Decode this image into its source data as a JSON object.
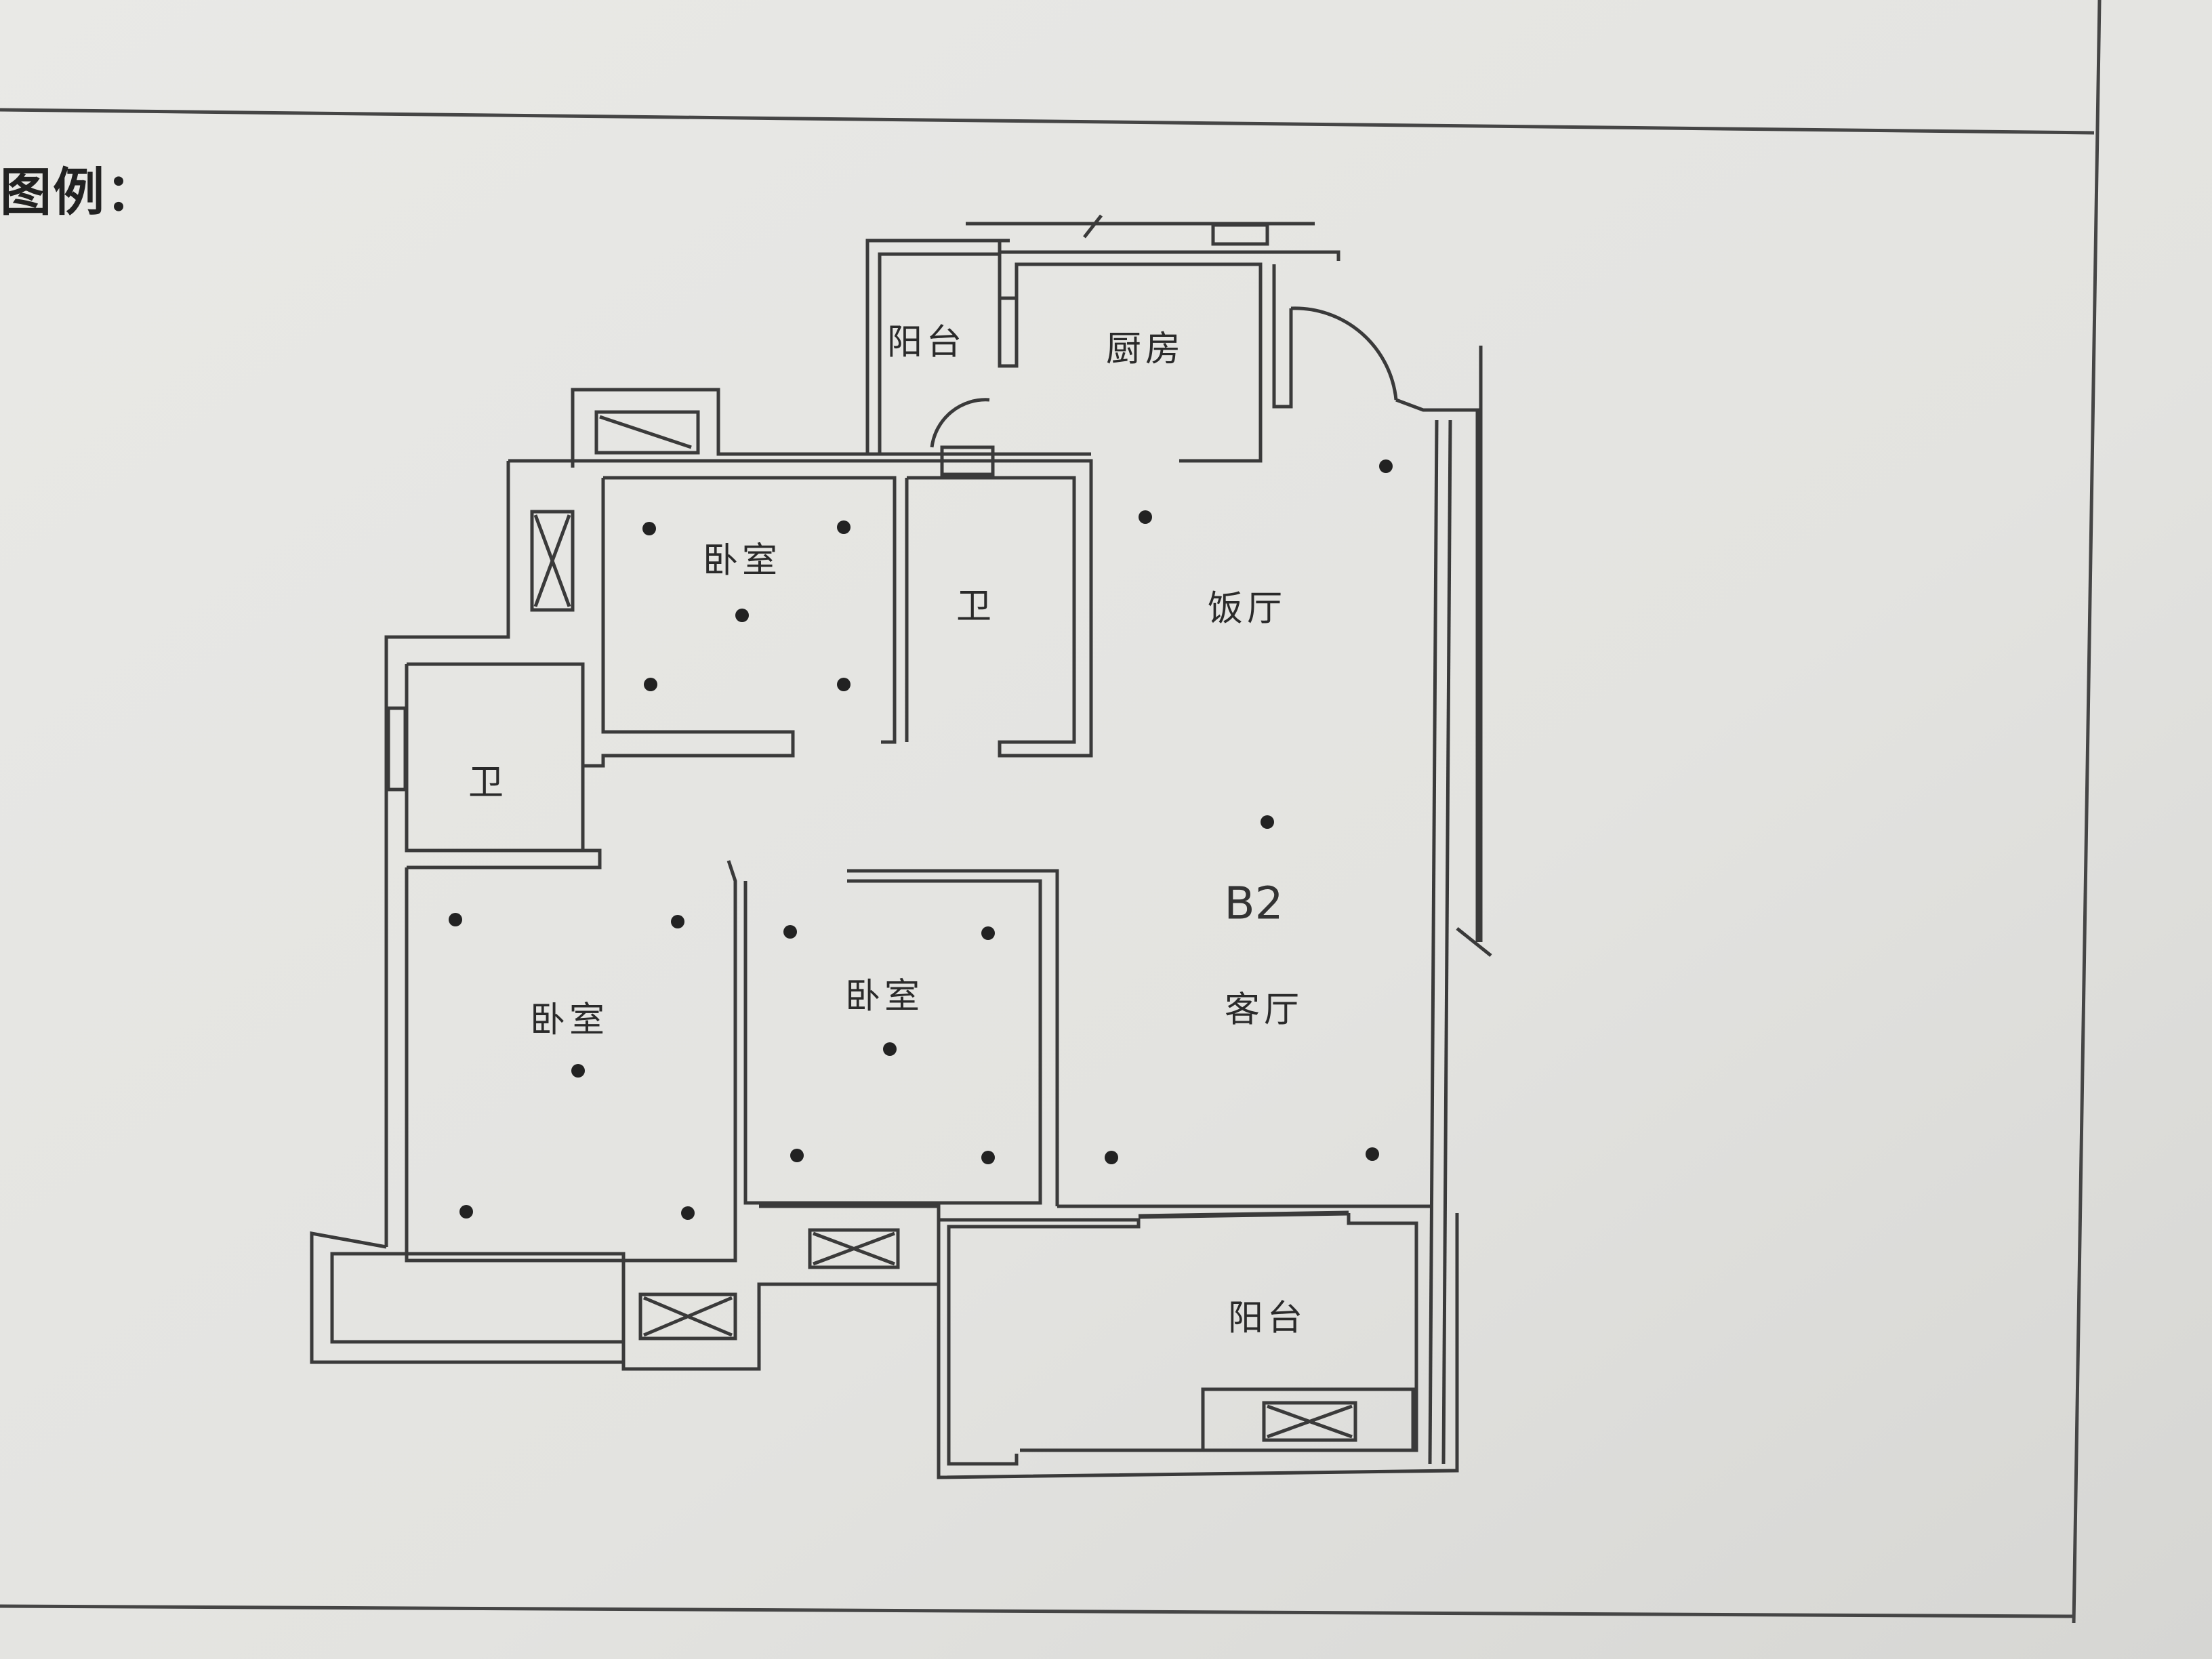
{
  "legend_label": "图例：",
  "unit_code": "B2",
  "rooms": {
    "balcony_top": "阳台",
    "kitchen": "厨房",
    "bedroom_top": "卧室",
    "bath_top": "卫",
    "dining": "饭厅",
    "bath_left": "卫",
    "bedroom_left": "卧室",
    "bedroom_middle": "卧室",
    "living": "客厅",
    "balcony_bottom": "阳台"
  },
  "colors": {
    "paper": "#e7e7e4",
    "line": "#3a3a3a",
    "frame": "#4a4a4a"
  }
}
